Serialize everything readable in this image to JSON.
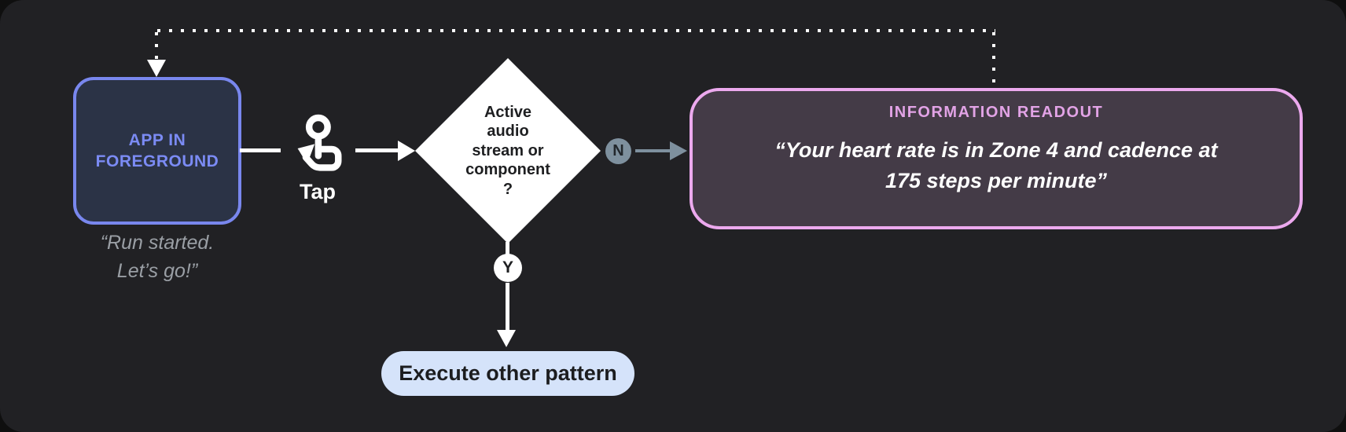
{
  "colors": {
    "panel_bg": "#212124",
    "app_box_border": "#7987EE",
    "app_box_fill": "#2B3346",
    "app_box_text": "#7B8BF4",
    "quote_text": "#9A9FA5",
    "diamond_text": "#1E1F21",
    "branch_badge": "#7E909E",
    "readout_border": "#ECA9EE",
    "readout_fill": "#443B47",
    "readout_title": "#E2A3E6",
    "pill_fill": "#D5E3FA",
    "pill_text": "#1C1D1F"
  },
  "nodes": {
    "app_state": {
      "label": "APP IN\nFOREGROUND",
      "quote": "“Run started.\nLet’s go!”"
    },
    "gesture": {
      "icon": "tap-gesture-icon",
      "label": "Tap"
    },
    "decision": {
      "label": "Active\naudio\nstream or\ncomponent\n?"
    },
    "branch_no": {
      "label": "N"
    },
    "branch_yes": {
      "label": "Y"
    },
    "readout": {
      "title": "INFORMATION READOUT",
      "quote": "“Your heart rate is in Zone 4 and cadence at\n175 steps per minute”"
    },
    "action": {
      "label": "Execute other pattern"
    }
  }
}
